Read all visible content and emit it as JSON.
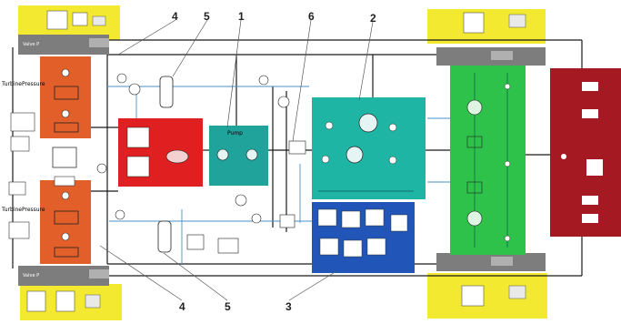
{
  "callouts": {
    "n1": "1",
    "n2": "2",
    "n3": "3",
    "n4_top": "4",
    "n4_bottom": "4",
    "n5_top": "5",
    "n5_bottom": "5",
    "n6": "6"
  },
  "colors": {
    "yellow": "#f2e930",
    "orange": "#e25f2a",
    "gray_bar": "#7d7d7d",
    "red_block": "#e02020",
    "teal_small": "#1fa39a",
    "teal_big": "#1fb5a5",
    "blue_block": "#2255b8",
    "green_block": "#2ec24a",
    "darkred_block": "#a51a22",
    "line": "#1a1a1a",
    "line_blue": "#4a90c8"
  }
}
